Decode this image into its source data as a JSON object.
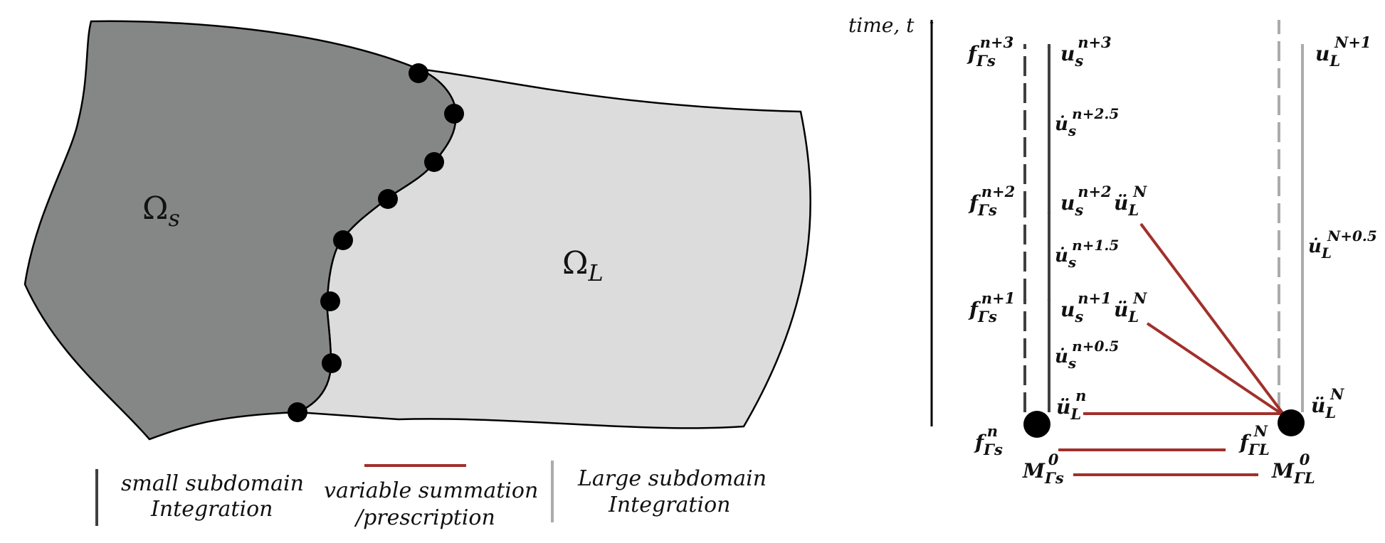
{
  "colors": {
    "small_domain": "#858786",
    "large_domain": "#dcdcdc",
    "dark_arrow": "#404040",
    "light_arrow": "#ababab",
    "red_arrow": "#a1302b",
    "node": "#000000"
  },
  "domain_labels": {
    "small": {
      "base": "Ω",
      "sub": "s"
    },
    "large": {
      "base": "Ω",
      "sub": "L"
    }
  },
  "legend": {
    "small": {
      "line1": "small subdomain",
      "line2": "Integration"
    },
    "summation": {
      "line1": "variable summation",
      "line2": "/prescription"
    },
    "large": {
      "line1": "Large subdomain",
      "line2": "Integration"
    }
  },
  "time_axis": {
    "label": "time, t"
  },
  "labels": {
    "f_s_n3": {
      "base": "f",
      "sub": "Γs",
      "sup": "n+3"
    },
    "u_s_n3": {
      "base": "u",
      "sub": "s",
      "sup": "n+3"
    },
    "ud_s_n25": {
      "base": "u̇",
      "sub": "s",
      "sup": "n+2.5"
    },
    "f_s_n2": {
      "base": "f",
      "sub": "Γs",
      "sup": "n+2"
    },
    "u_s_n2": {
      "base": "u",
      "sub": "s",
      "sup": "n+2"
    },
    "udd_L_N_a": {
      "base": "ü",
      "sub": "L",
      "sup": "N"
    },
    "ud_s_n15": {
      "base": "u̇",
      "sub": "s",
      "sup": "n+1.5"
    },
    "f_s_n1": {
      "base": "f",
      "sub": "Γs",
      "sup": "n+1"
    },
    "u_s_n1": {
      "base": "u",
      "sub": "s",
      "sup": "n+1"
    },
    "udd_L_N_b": {
      "base": "ü",
      "sub": "L",
      "sup": "N"
    },
    "ud_s_n05": {
      "base": "u̇",
      "sub": "s",
      "sup": "n+0.5"
    },
    "udd_L_n": {
      "base": "ü",
      "sub": "L",
      "sup": "n"
    },
    "f_s_n": {
      "base": "f",
      "sub": "Γs",
      "sup": "n"
    },
    "f_L_N": {
      "base": "f",
      "sub": "ΓL",
      "sup": "N"
    },
    "M_s_0": {
      "base": "M",
      "sub": "Γs",
      "sup": "0"
    },
    "M_L_0": {
      "base": "M",
      "sub": "ΓL",
      "sup": "0"
    },
    "u_L_N1": {
      "base": "u",
      "sub": "L",
      "sup": "N+1"
    },
    "ud_L_N05": {
      "base": "u̇",
      "sub": "L",
      "sup": "N+0.5"
    },
    "udd_L_N_c": {
      "base": "ü",
      "sub": "L",
      "sup": "N"
    }
  }
}
